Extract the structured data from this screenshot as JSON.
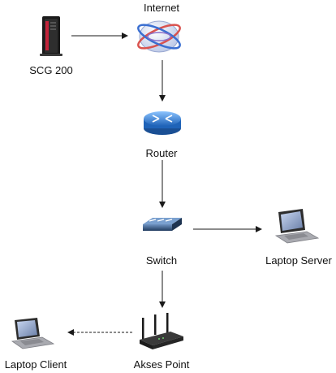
{
  "nodes": {
    "scg": {
      "label": "SCG 200",
      "icon": "server-tower-icon"
    },
    "internet": {
      "label": "Internet",
      "icon": "internet-cloud-icon"
    },
    "router": {
      "label": "Router",
      "icon": "router-icon"
    },
    "switch": {
      "label": "Switch",
      "icon": "network-switch-icon"
    },
    "laptop_server": {
      "label": "Laptop Server",
      "icon": "laptop-icon"
    },
    "access_point": {
      "label": "Akses Point",
      "icon": "wireless-access-point-icon"
    },
    "laptop_client": {
      "label": "Laptop Client",
      "icon": "laptop-icon"
    }
  },
  "edges": [
    {
      "from": "scg",
      "to": "internet",
      "style": "solid"
    },
    {
      "from": "internet",
      "to": "router",
      "style": "solid"
    },
    {
      "from": "router",
      "to": "switch",
      "style": "solid"
    },
    {
      "from": "switch",
      "to": "laptop_server",
      "style": "solid"
    },
    {
      "from": "switch",
      "to": "access_point",
      "style": "solid"
    },
    {
      "from": "access_point",
      "to": "laptop_client",
      "style": "dashed"
    }
  ],
  "colors": {
    "arrow": "#1a1a1a",
    "router_blue": "#2f7fd6",
    "switch_blue": "#2c4f7a",
    "server_red": "#c4233a"
  }
}
